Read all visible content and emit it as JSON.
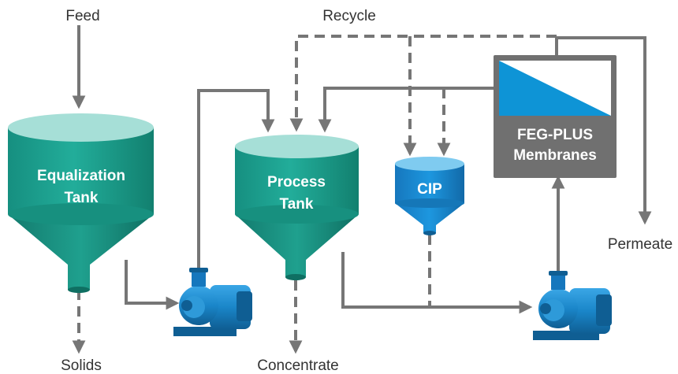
{
  "labels": {
    "feed": "Feed",
    "recycle": "Recycle",
    "permeate": "Permeate",
    "solids": "Solids",
    "concentrate": "Concentrate"
  },
  "equalization_tank": {
    "line1": "Equalization",
    "line2": "Tank"
  },
  "process_tank": {
    "line1": "Process",
    "line2": "Tank"
  },
  "cip_tank": {
    "label": "CIP"
  },
  "membranes": {
    "line1": "FEG-PLUS",
    "line2": "Membranes"
  },
  "colors": {
    "tank_teal": "#1fa593",
    "tank_top": "#a6dfd7",
    "cip_blue": "#1b8fd6",
    "pump_blue": "#1a86c9",
    "pipe_gray": "#767676",
    "membrane_frame": "#707070",
    "membrane_blue": "#0e94d6"
  }
}
